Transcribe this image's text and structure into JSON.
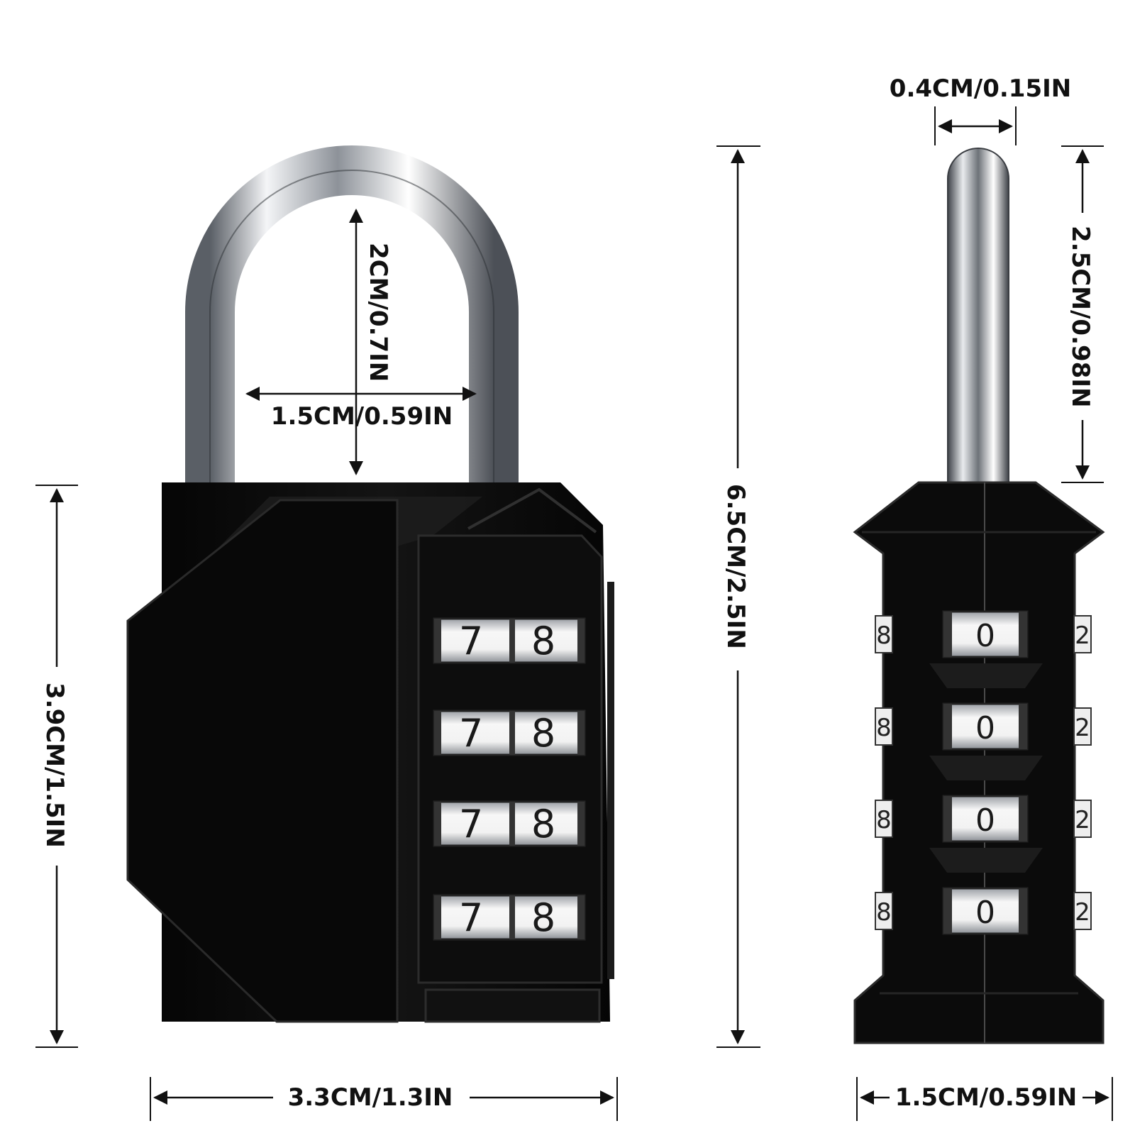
{
  "dimensions": {
    "shackle_inner_height": "2CM/0.7IN",
    "shackle_inner_width": "1.5CM/0.59IN",
    "body_height": "3.9CM/1.5IN",
    "body_width": "3.3CM/1.3IN",
    "total_height": "6.5CM/2.5IN",
    "shackle_thickness": "0.4CM/0.15IN",
    "shackle_clearance": "2.5CM/0.98IN",
    "side_width": "1.5CM/0.59IN"
  },
  "front_dials": [
    {
      "left": "7",
      "right": "8"
    },
    {
      "left": "7",
      "right": "8"
    },
    {
      "left": "7",
      "right": "8"
    },
    {
      "left": "7",
      "right": "8"
    }
  ],
  "side_dials": [
    {
      "left": "8",
      "center": "0",
      "right": "2"
    },
    {
      "left": "8",
      "center": "0",
      "right": "2"
    },
    {
      "left": "8",
      "center": "0",
      "right": "2"
    },
    {
      "left": "8",
      "center": "0",
      "right": "2"
    }
  ],
  "colors": {
    "lock_body": "#0a0a0a",
    "shackle": "#c9ccd1",
    "dial": "#e8e8e8",
    "text": "#111111"
  }
}
